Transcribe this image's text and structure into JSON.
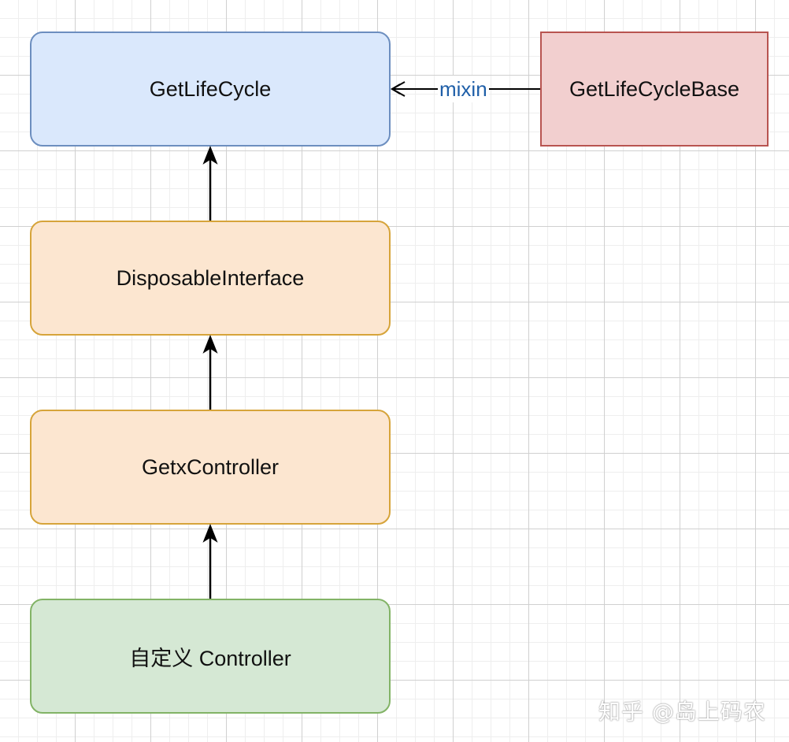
{
  "nodes": {
    "getlifecycle": "GetLifeCycle",
    "disposable_interface": "DisposableInterface",
    "getx_controller": "GetxController",
    "custom_controller": "自定义 Controller",
    "getlifecycle_base": "GetLifeCycleBase"
  },
  "edges": {
    "mixin_label": "mixin"
  },
  "watermark": "知乎 @岛上码农",
  "colors": {
    "blue_fill": "#dae8fc",
    "blue_stroke": "#6c8ebf",
    "orange_fill": "#fce6d0",
    "orange_stroke": "#d6a43a",
    "green_fill": "#d5e8d4",
    "green_stroke": "#82b366",
    "red_fill": "#f2cfcf",
    "red_stroke": "#b85450",
    "edge_label": "#1f5fa8"
  }
}
